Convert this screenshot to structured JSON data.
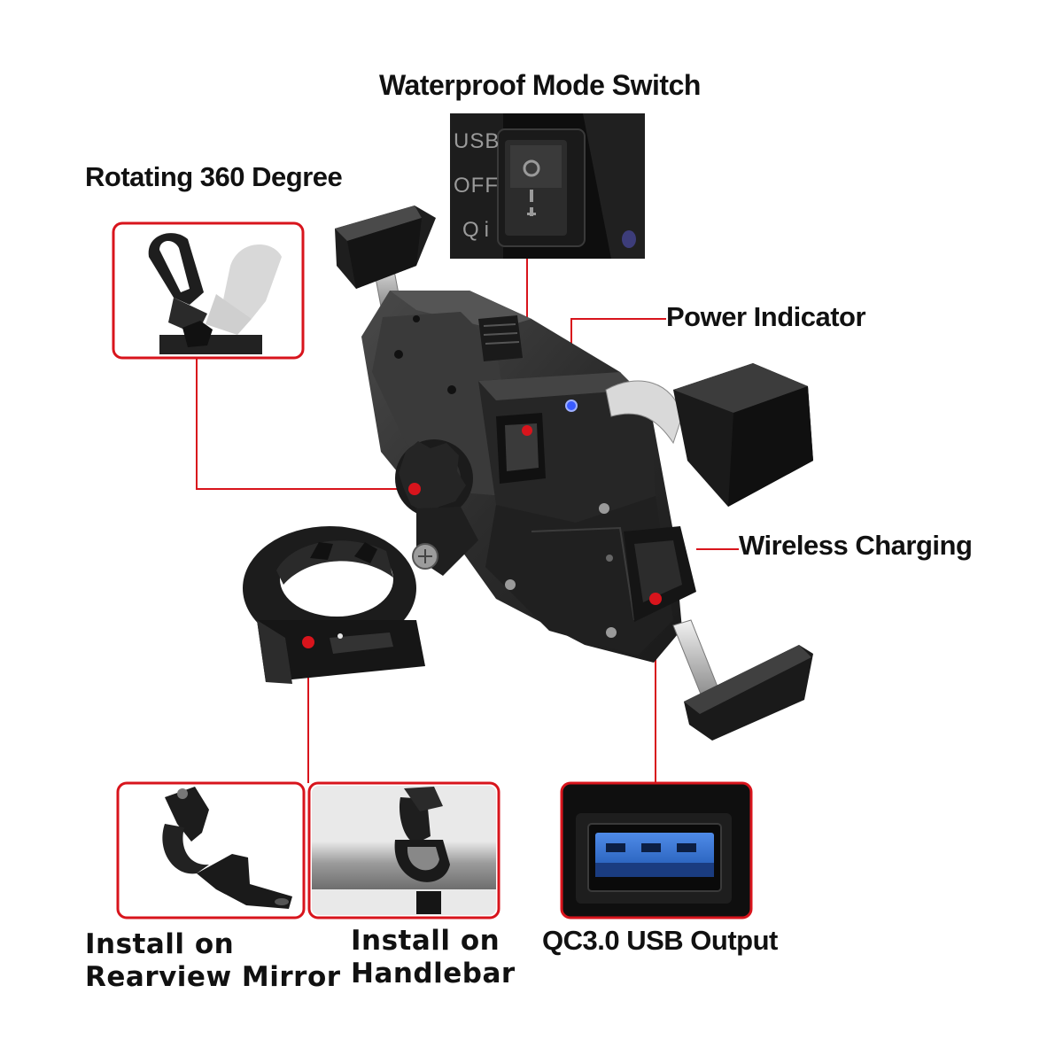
{
  "labels": {
    "mode_switch": "Waterproof  Mode Switch",
    "rotating": "Rotating 360 Degree",
    "power_indicator": "Power Indicator",
    "wireless_charging": "Wireless Charging",
    "rearview_line1": "Install on",
    "rearview_line2": "Rearview Mirror",
    "handlebar_line1": "Install on",
    "handlebar_line2": "Handlebar",
    "usb_output": "QC3.0 USB Output"
  },
  "switch_legend": {
    "usb": "USB",
    "off": "OFF",
    "qi": "Qi"
  },
  "colors": {
    "callout": "#d8141c",
    "product": "#2a2a2a",
    "usb_blue": "#2f6fd0"
  }
}
